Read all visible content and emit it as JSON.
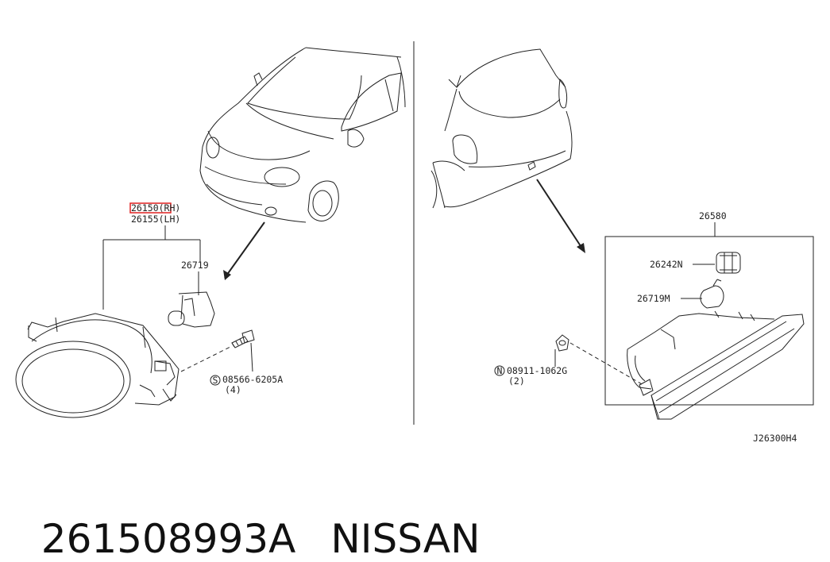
{
  "labels": {
    "part_rh": "26150",
    "part_rh_suffix": "(RH)",
    "part_lh": "26155(LH)",
    "bulb_left": "26719",
    "bolt": "08566-6205A",
    "bolt_symbol": "S",
    "bolt_qty": "(4)",
    "lamp_right": "26580",
    "socket": "26242N",
    "bulb_right": "26719M",
    "nut": "08911-1062G",
    "nut_symbol": "N",
    "nut_qty": "(2)",
    "diagram_code": "J26300H4"
  },
  "caption": {
    "part_number": "261508993A",
    "brand": "NISSAN"
  },
  "colors": {
    "line": "#222222",
    "highlight": "#e02020"
  }
}
